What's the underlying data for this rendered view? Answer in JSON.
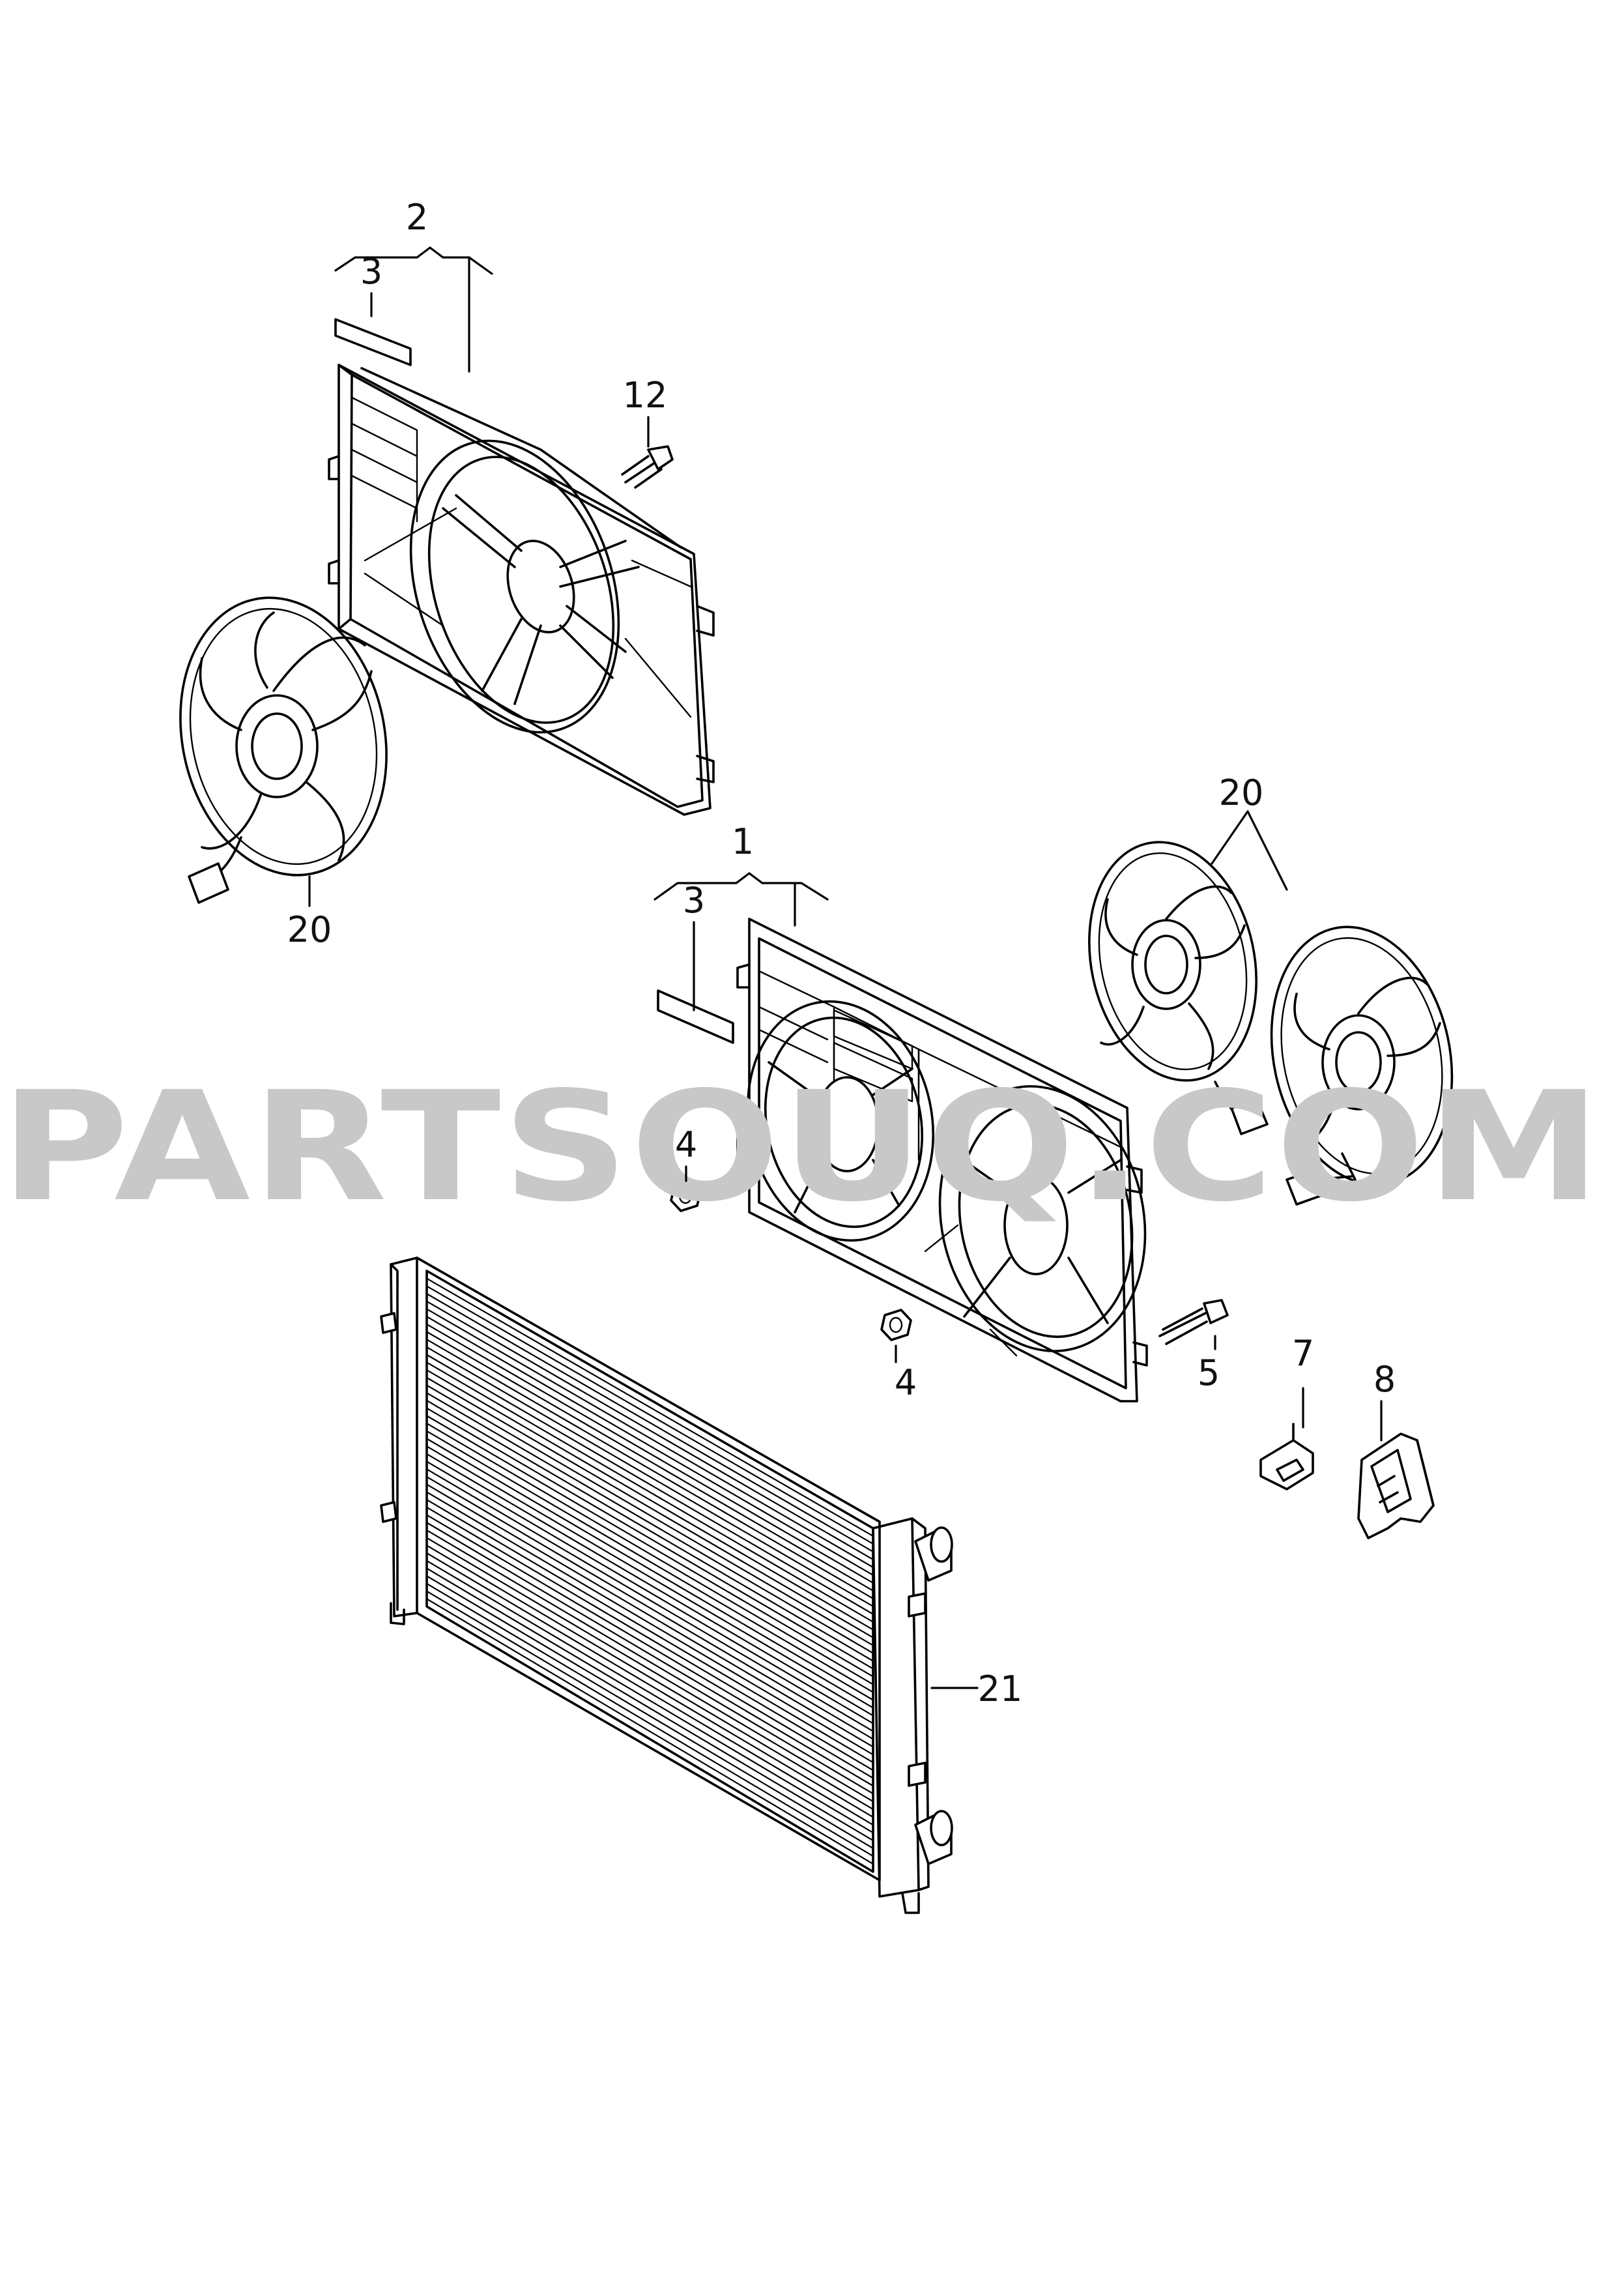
{
  "watermark": "PARTSOUQ.COM",
  "callouts": [
    {
      "id": "c1",
      "label": "1"
    },
    {
      "id": "c2",
      "label": "2"
    },
    {
      "id": "c3a",
      "label": "3"
    },
    {
      "id": "c3b",
      "label": "3"
    },
    {
      "id": "c4a",
      "label": "4"
    },
    {
      "id": "c4b",
      "label": "4"
    },
    {
      "id": "c5",
      "label": "5"
    },
    {
      "id": "c7",
      "label": "7"
    },
    {
      "id": "c8",
      "label": "8"
    },
    {
      "id": "c12",
      "label": "12"
    },
    {
      "id": "c20a",
      "label": "20"
    },
    {
      "id": "c20b",
      "label": "20"
    },
    {
      "id": "c21",
      "label": "21"
    }
  ],
  "colors": {
    "line": "#000000",
    "watermark": "#c8c8c8",
    "background": "#ffffff"
  }
}
